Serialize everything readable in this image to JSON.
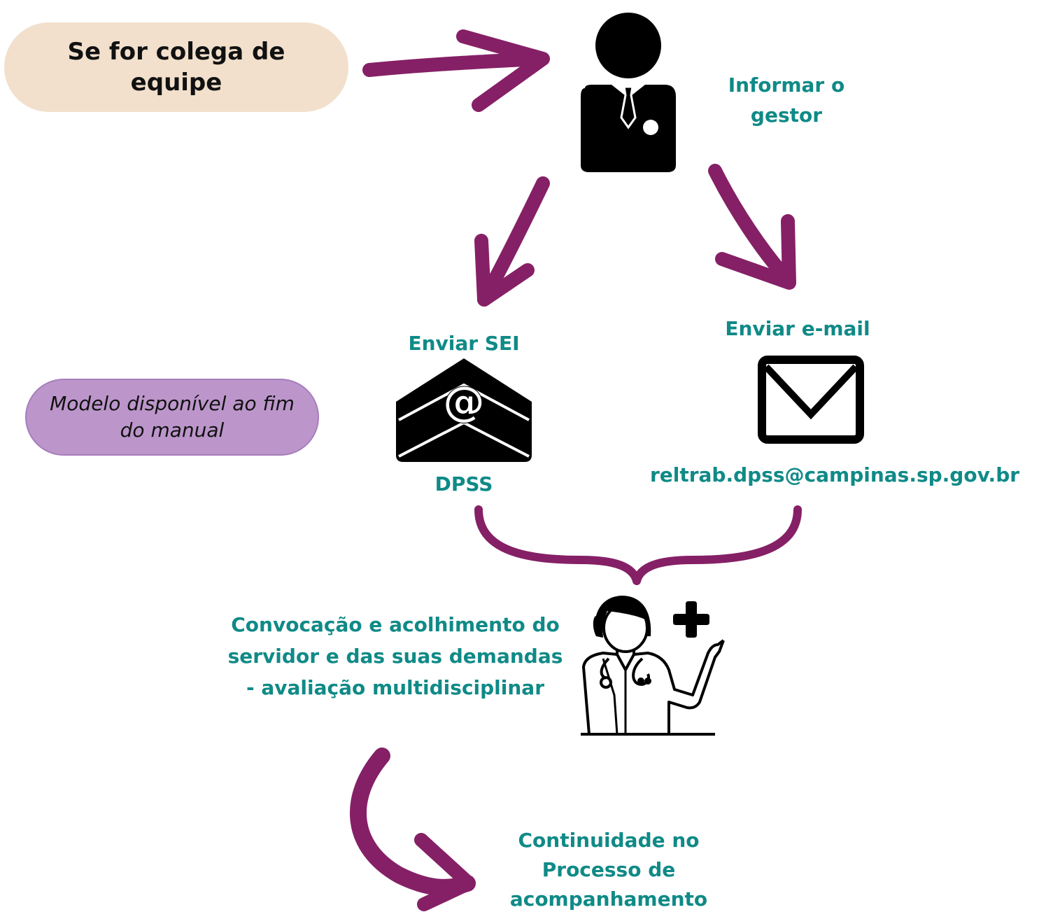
{
  "pills": {
    "colleague": "Se for colega de equipe",
    "model": "Modelo disponível ao fim do manual"
  },
  "labels": {
    "informar": "Informar o gestor",
    "enviar_sei": "Enviar SEI",
    "enviar_email": "Enviar e-mail",
    "dpss": "DPSS",
    "email_address": "reltrab.dpss@campinas.sp.gov.br",
    "convocacao": "Convocação e acolhimento do servidor e das suas demandas - avaliação multidisciplinar",
    "continuidade": "Continuidade no Processo de acompanhamento"
  },
  "icons": {
    "manager": "person-suit-icon",
    "sei": "envelope-at-icon",
    "email": "envelope-icon",
    "doctor": "doctor-icon"
  },
  "colors": {
    "arrow": "#852066",
    "teal_text": "#0f8a87",
    "pill_colleague": "#f2e0cc",
    "pill_model": "#bc96cb"
  }
}
